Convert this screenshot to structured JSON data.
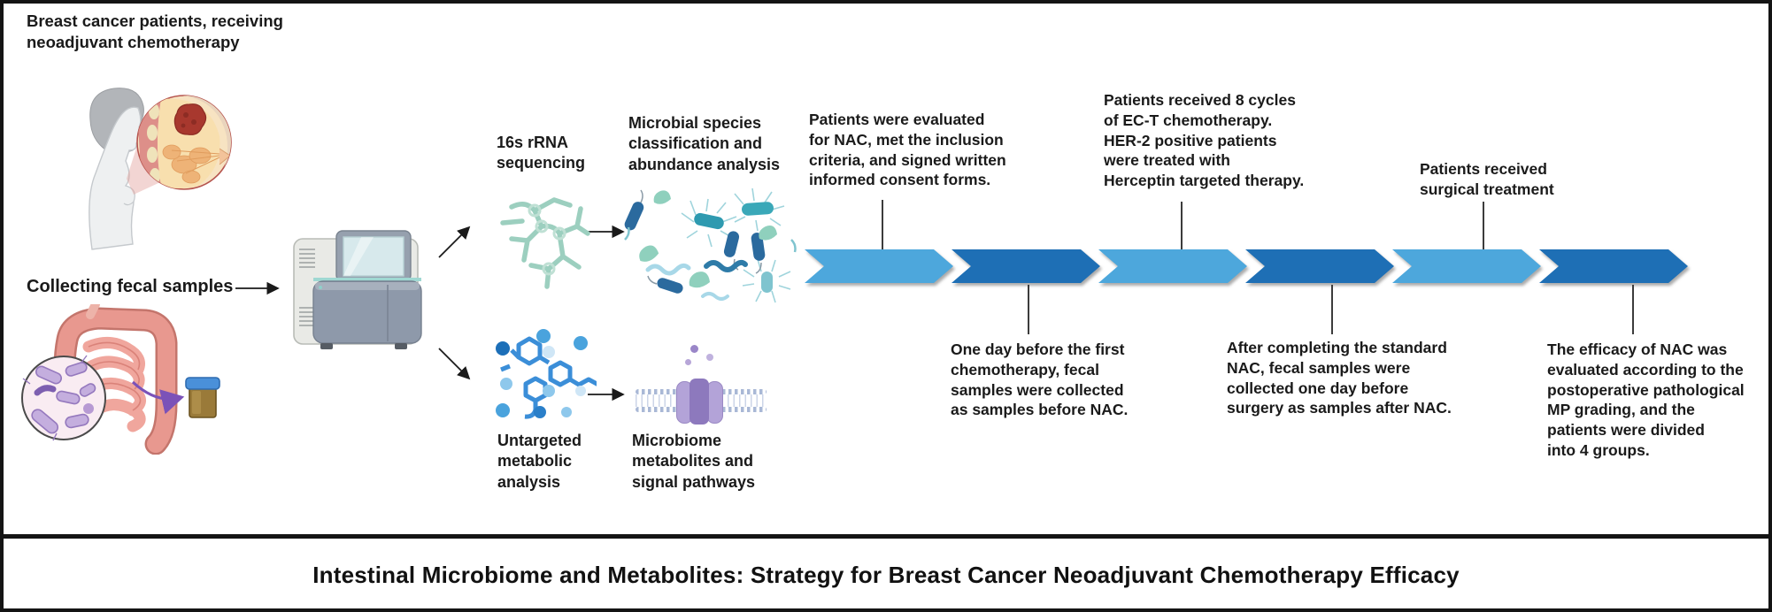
{
  "figure": {
    "population_label": "Breast cancer patients, receiving\nneoadjuvant chemotherapy",
    "collect_label": "Collecting fecal samples"
  },
  "pipeline": {
    "sequencing_label": "16s rRNA\nsequencing",
    "microbial_label": "Microbial species\nclassification and\nabundance analysis",
    "metabolic_label": "Untargeted\nmetabolic\nanalysis",
    "metabolites_label": "Microbiome\nmetabolites and\nsignal pathways"
  },
  "timeline": {
    "above": [
      "Patients were evaluated\nfor NAC, met the inclusion\ncriteria, and signed written\ninformed consent forms.",
      "Patients received 8 cycles\nof EC-T chemotherapy.\nHER-2 positive patients\nwere treated with\nHerceptin targeted therapy.",
      "Patients received\nsurgical treatment"
    ],
    "below": [
      "One day before the first\nchemotherapy, fecal\nsamples were collected\nas samples before NAC.",
      "After completing the standard\nNAC, fecal samples were\ncollected one day before\nsurgery as samples after NAC.",
      "The efficacy of NAC was\nevaluated according to the\npostoperative pathological\nMP grading, and the\npatients were divided\ninto 4 groups."
    ]
  },
  "colors": {
    "chevron_light": "#4da7dc",
    "chevron_dark": "#1e6fb5",
    "connector": "#3c3c3c"
  },
  "title": "Intestinal Microbiome and Metabolites: Strategy for Breast Cancer Neoadjuvant Chemotherapy Efficacy"
}
